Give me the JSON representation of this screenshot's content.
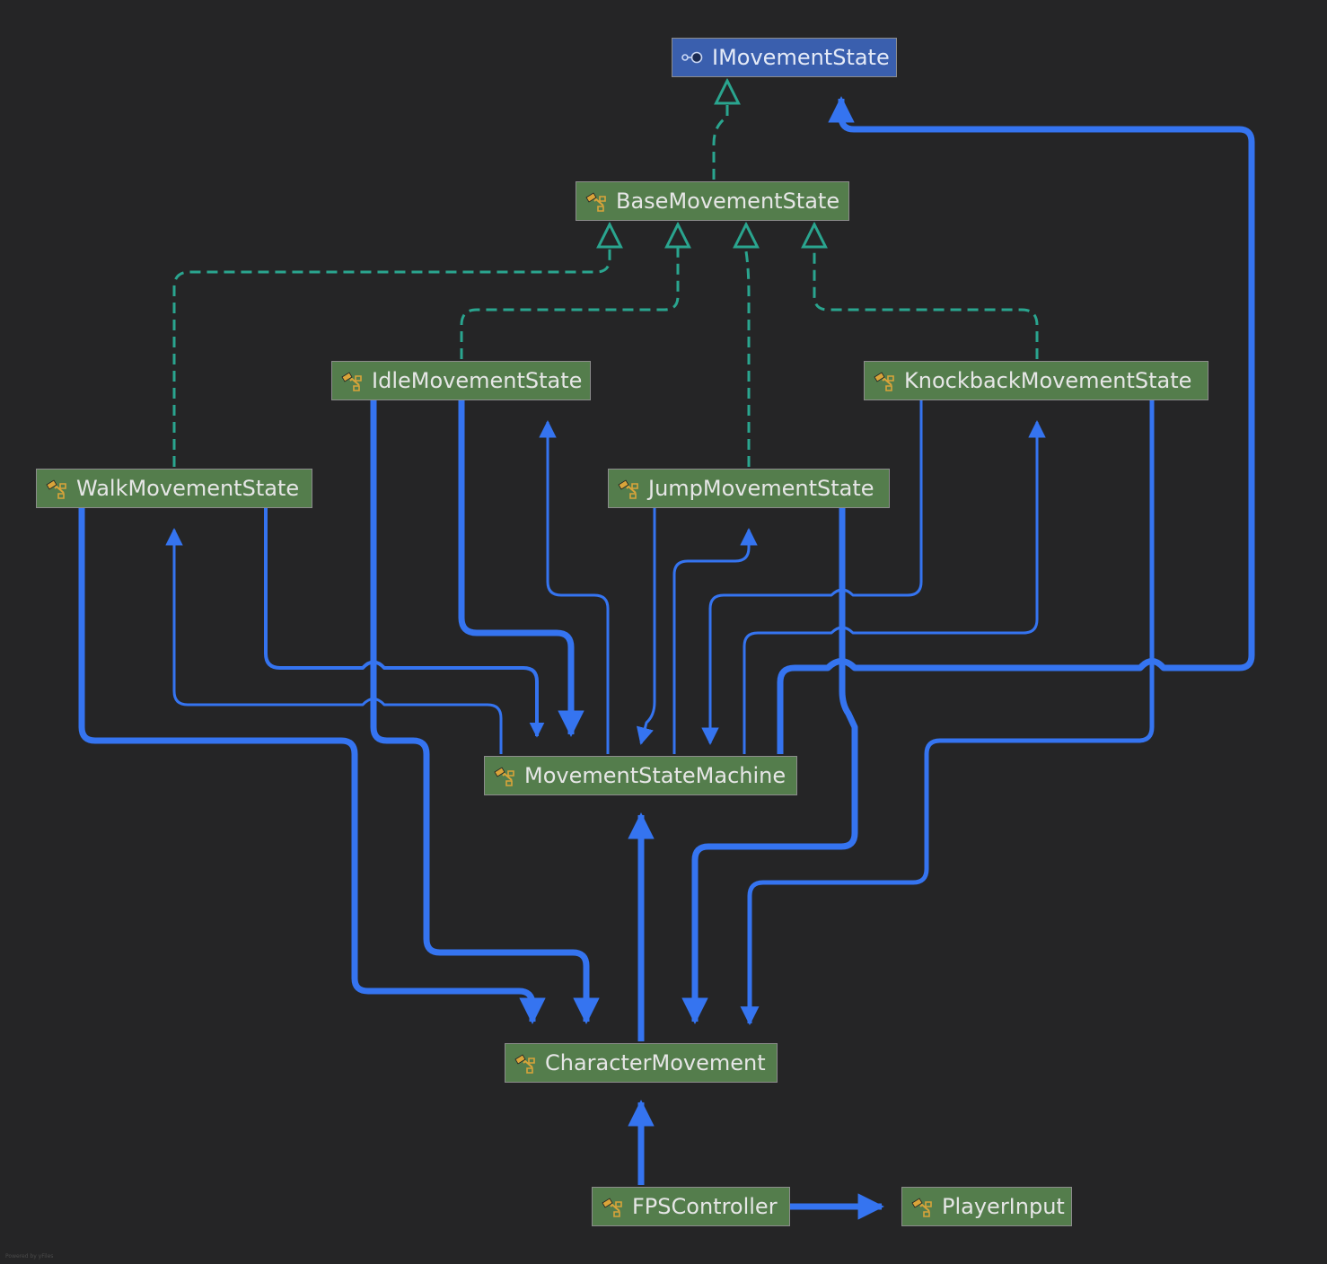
{
  "colors": {
    "background": "#252526",
    "class_fill": "#547d4c",
    "interface_fill": "#3a5fae",
    "border": "#8c8c8c",
    "dependency_edge": "#3574f0",
    "inheritance_edge": "#2aa58f",
    "class_icon": "#d9a43a"
  },
  "nodes": {
    "imovementstate": {
      "label": "IMovementState",
      "kind": "interface",
      "icon": "interface-icon"
    },
    "basemovementstate": {
      "label": "BaseMovementState",
      "kind": "class",
      "icon": "class-icon"
    },
    "idlemovementstate": {
      "label": "IdleMovementState",
      "kind": "class",
      "icon": "class-icon"
    },
    "knockbackmovementstate": {
      "label": "KnockbackMovementState",
      "kind": "class",
      "icon": "class-icon"
    },
    "walkmovementstate": {
      "label": "WalkMovementState",
      "kind": "class",
      "icon": "class-icon"
    },
    "jumpmovementstate": {
      "label": "JumpMovementState",
      "kind": "class",
      "icon": "class-icon"
    },
    "movementstatemachine": {
      "label": "MovementStateMachine",
      "kind": "class",
      "icon": "class-icon"
    },
    "charactermovement": {
      "label": "CharacterMovement",
      "kind": "class",
      "icon": "class-icon"
    },
    "fpscontroller": {
      "label": "FPSController",
      "kind": "class",
      "icon": "class-icon"
    },
    "playerinput": {
      "label": "PlayerInput",
      "kind": "class",
      "icon": "class-icon"
    }
  },
  "edges": [
    {
      "from": "BaseMovementState",
      "to": "IMovementState",
      "type": "implements"
    },
    {
      "from": "WalkMovementState",
      "to": "BaseMovementState",
      "type": "extends"
    },
    {
      "from": "IdleMovementState",
      "to": "BaseMovementState",
      "type": "extends"
    },
    {
      "from": "JumpMovementState",
      "to": "BaseMovementState",
      "type": "extends"
    },
    {
      "from": "KnockbackMovementState",
      "to": "BaseMovementState",
      "type": "extends"
    },
    {
      "from": "MovementStateMachine",
      "to": "IMovementState",
      "type": "dependency"
    },
    {
      "from": "MovementStateMachine",
      "to": "IdleMovementState",
      "type": "dependency"
    },
    {
      "from": "MovementStateMachine",
      "to": "WalkMovementState",
      "type": "dependency"
    },
    {
      "from": "MovementStateMachine",
      "to": "JumpMovementState",
      "type": "dependency"
    },
    {
      "from": "MovementStateMachine",
      "to": "KnockbackMovementState",
      "type": "dependency"
    },
    {
      "from": "IdleMovementState",
      "to": "MovementStateMachine",
      "type": "dependency"
    },
    {
      "from": "WalkMovementState",
      "to": "MovementStateMachine",
      "type": "dependency"
    },
    {
      "from": "JumpMovementState",
      "to": "MovementStateMachine",
      "type": "dependency"
    },
    {
      "from": "KnockbackMovementState",
      "to": "MovementStateMachine",
      "type": "dependency"
    },
    {
      "from": "WalkMovementState",
      "to": "CharacterMovement",
      "type": "dependency"
    },
    {
      "from": "IdleMovementState",
      "to": "CharacterMovement",
      "type": "dependency"
    },
    {
      "from": "JumpMovementState",
      "to": "CharacterMovement",
      "type": "dependency"
    },
    {
      "from": "KnockbackMovementState",
      "to": "CharacterMovement",
      "type": "dependency"
    },
    {
      "from": "CharacterMovement",
      "to": "MovementStateMachine",
      "type": "dependency"
    },
    {
      "from": "FPSController",
      "to": "CharacterMovement",
      "type": "dependency"
    },
    {
      "from": "FPSController",
      "to": "PlayerInput",
      "type": "dependency"
    }
  ],
  "signature": "Powered by yFiles"
}
